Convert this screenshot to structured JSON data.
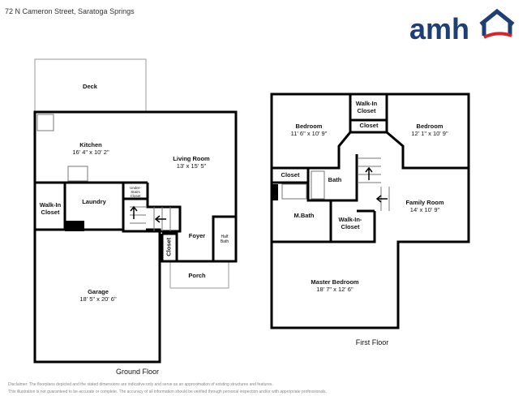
{
  "header": {
    "address": "72 N Cameron Street, Saratoga Springs",
    "logo_text": "amh"
  },
  "colors": {
    "brand_blue": "#1d3f74",
    "brand_red": "#d8232a",
    "wall": "#000000"
  },
  "ground_floor": {
    "label": "Ground Floor",
    "rooms": [
      {
        "name": "Deck",
        "dims": ""
      },
      {
        "name": "Kitchen",
        "dims": "16' 4\" x 10' 2\""
      },
      {
        "name": "Living Room",
        "dims": "13' x 15' 5\""
      },
      {
        "name": "Walk-In Closet",
        "dims": ""
      },
      {
        "name": "Laundry",
        "dims": ""
      },
      {
        "name": "Under-Stairs Closet",
        "dims": ""
      },
      {
        "name": "Foyer",
        "dims": ""
      },
      {
        "name": "Half Bath",
        "dims": ""
      },
      {
        "name": "Closet",
        "dims": ""
      },
      {
        "name": "Porch",
        "dims": ""
      },
      {
        "name": "Garage",
        "dims": "18' 5\" x 20' 6\""
      }
    ]
  },
  "first_floor": {
    "label": "First Floor",
    "rooms": [
      {
        "name": "Bedroom",
        "dims": "11' 6\" x 10' 9\""
      },
      {
        "name": "Walk-In Closet",
        "dims": ""
      },
      {
        "name": "Closet",
        "dims": ""
      },
      {
        "name": "Bedroom",
        "dims": "12' 1\" x 10' 9\""
      },
      {
        "name": "Closet",
        "dims": ""
      },
      {
        "name": "Bath",
        "dims": ""
      },
      {
        "name": "Family Room",
        "dims": "14' x 10' 9\""
      },
      {
        "name": "M.Bath",
        "dims": ""
      },
      {
        "name": "Walk-In-Closet",
        "dims": ""
      },
      {
        "name": "Master Bedroom",
        "dims": "18' 7\" x 12' 6\""
      }
    ]
  },
  "disclaimer": {
    "line1": "Disclaimer: The floorplans depicted and the stated dimensions are indicative only and serve as an approximation of existing structures and features.",
    "line2": "This illustration is not guaranteed to be accurate or complete. The accuracy of all information should be verified through personal inspection and/or with appropriate professionals."
  }
}
